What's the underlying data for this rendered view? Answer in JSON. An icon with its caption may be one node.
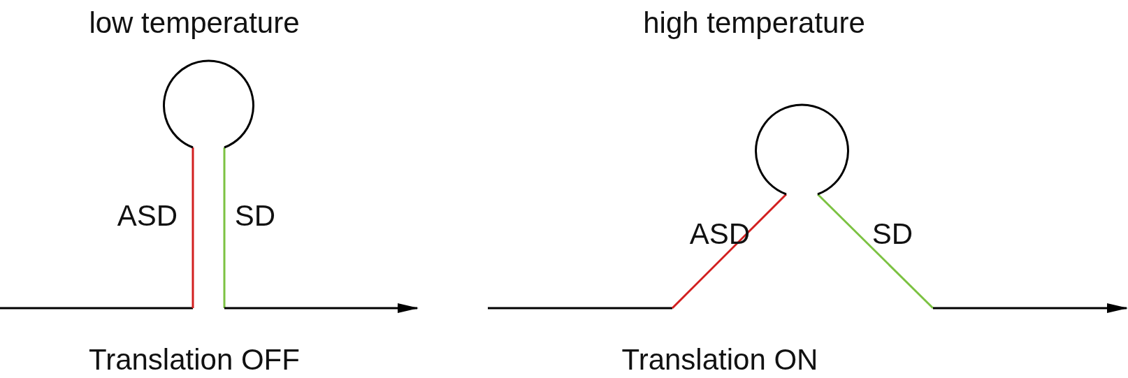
{
  "diagram": {
    "labels": [
      "low temperature",
      "high temperature",
      "ASD",
      "SD",
      "ASD",
      "SD",
      "Translation OFF",
      "Translation ON"
    ]
  }
}
